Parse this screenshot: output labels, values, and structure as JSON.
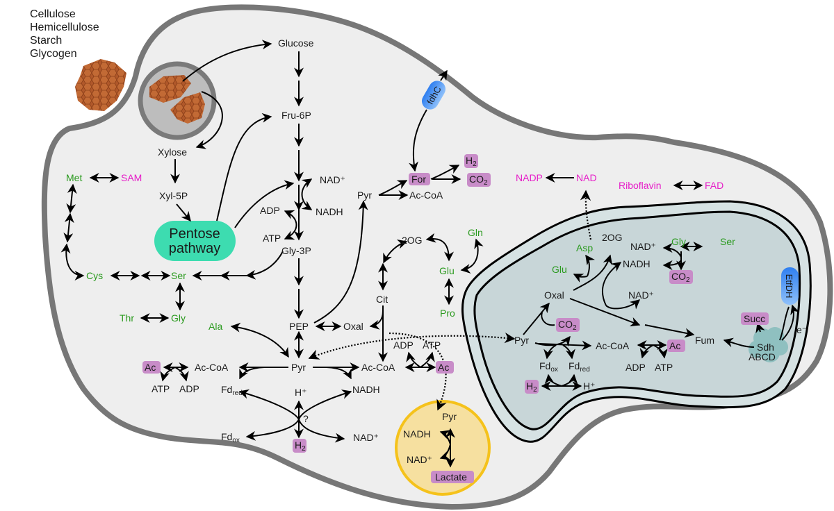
{
  "polysaccharides": [
    "Cellulose",
    "Hemicellulose",
    "Starch",
    "Glycogen"
  ],
  "colors": {
    "cell_fill": "#eeeeee",
    "cell_border": "#777777",
    "mito_fill": "#c8d6d8",
    "pentose_fill": "#3ddcb0",
    "vesicle_fill": "#f6e0a0",
    "vesicle_border": "#f5c21b",
    "highlight_pill": "#c88cc8",
    "amino_acid": "#2a9a1e",
    "cofactor": "#e61ec8",
    "transporter_blue": "#3b8ef0",
    "polysaccharide_brown": "#b0582a"
  },
  "glycolysis": {
    "glucose": "Glucose",
    "fru6p": "Fru-6P",
    "nad_plus": "NAD⁺",
    "nadh": "NADH",
    "adp": "ADP",
    "atp": "ATP",
    "gly3p": "Gly-3P",
    "pep": "PEP",
    "pyr": "Pyr",
    "oxal": "Oxal"
  },
  "xylose": {
    "xylose": "Xylose",
    "xyl5p": "Xyl-5P"
  },
  "pentose_pathway": {
    "line1": "Pentose",
    "line2": "pathway"
  },
  "amino_acids_left": {
    "met": "Met",
    "sam": "SAM",
    "cys": "Cys",
    "ser": "Ser",
    "thr": "Thr",
    "gly": "Gly",
    "ala": "Ala"
  },
  "acetate_left": {
    "ac": "Ac",
    "acoa": "Ac-CoA",
    "atp": "ATP",
    "adp": "ADP"
  },
  "hydrogenase": {
    "fd_red": "Fd",
    "fd_red_sub": "red",
    "fd_ox": "Fd",
    "fd_ox_sub": "ox",
    "h_plus": "H⁺",
    "question": "?",
    "h2": "H",
    "h2_sub": "2",
    "nadh": "NADH",
    "nad_plus": "NAD⁺"
  },
  "pyr_right": {
    "acoa": "Ac-CoA",
    "adp": "ADP",
    "atp": "ATP",
    "ac": "Ac"
  },
  "tca_cyto": {
    "cit": "Cit",
    "og2": "2OG",
    "glu": "Glu",
    "gln": "Gln",
    "pro": "Pro"
  },
  "formate": {
    "transporter": "fdhC",
    "pyr": "Pyr",
    "acoa": "Ac-CoA",
    "for": "For",
    "h2": "H",
    "h2_sub": "2",
    "co2": "CO",
    "co2_sub": "2"
  },
  "cofactors": {
    "nadp": "NADP",
    "nad": "NAD",
    "riboflavin": "Riboflavin",
    "fad": "FAD"
  },
  "lactate_vesicle": {
    "pyr": "Pyr",
    "nadh": "NADH",
    "nad_plus": "NAD⁺",
    "lactate": "Lactate"
  },
  "mitochondrion": {
    "asp": "Asp",
    "og2": "2OG",
    "nad_plus_top": "NAD⁺",
    "gly": "Gly",
    "ser": "Ser",
    "glu": "Glu",
    "nadh": "NADH",
    "co2_gly": "CO",
    "co2_gly_sub": "2",
    "oxal": "Oxal",
    "nad_plus_mid": "NAD⁺",
    "co2": "CO",
    "co2_sub": "2",
    "pyr": "Pyr",
    "acoa": "Ac-CoA",
    "ac": "Ac",
    "adp": "ADP",
    "atp": "ATP",
    "fd_ox": "Fd",
    "fd_ox_sub": "ox",
    "fd_red": "Fd",
    "fd_red_sub": "red",
    "h2": "H",
    "h2_sub": "2",
    "h_plus": "H⁺",
    "fum": "Fum",
    "succ": "Succ",
    "sdh_line1": "Sdh",
    "sdh_line2": "ABCD",
    "etfdh": "EtfDH",
    "electron": "e⁻"
  }
}
